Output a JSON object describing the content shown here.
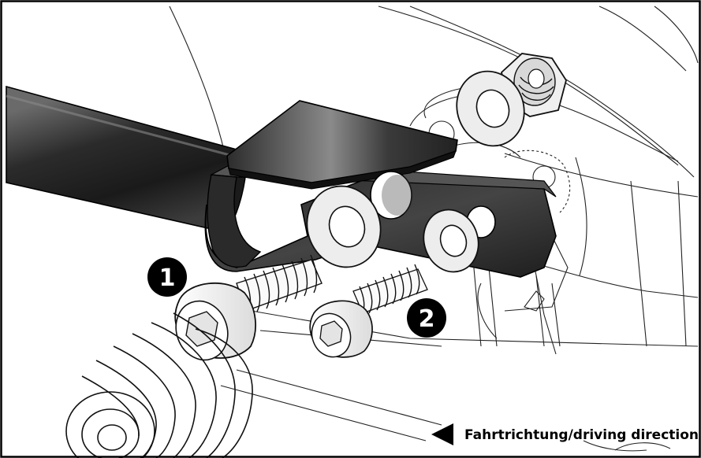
{
  "callouts": [
    {
      "number": "1"
    },
    {
      "number": "2"
    }
  ],
  "direction_label": "Fahrtrichtung/driving direction",
  "icons": {
    "direction": "arrow-left-icon"
  },
  "colors": {
    "ink": "#000000",
    "steel": "#3a3a3a",
    "washer": "#ededed",
    "background": "#ffffff"
  }
}
